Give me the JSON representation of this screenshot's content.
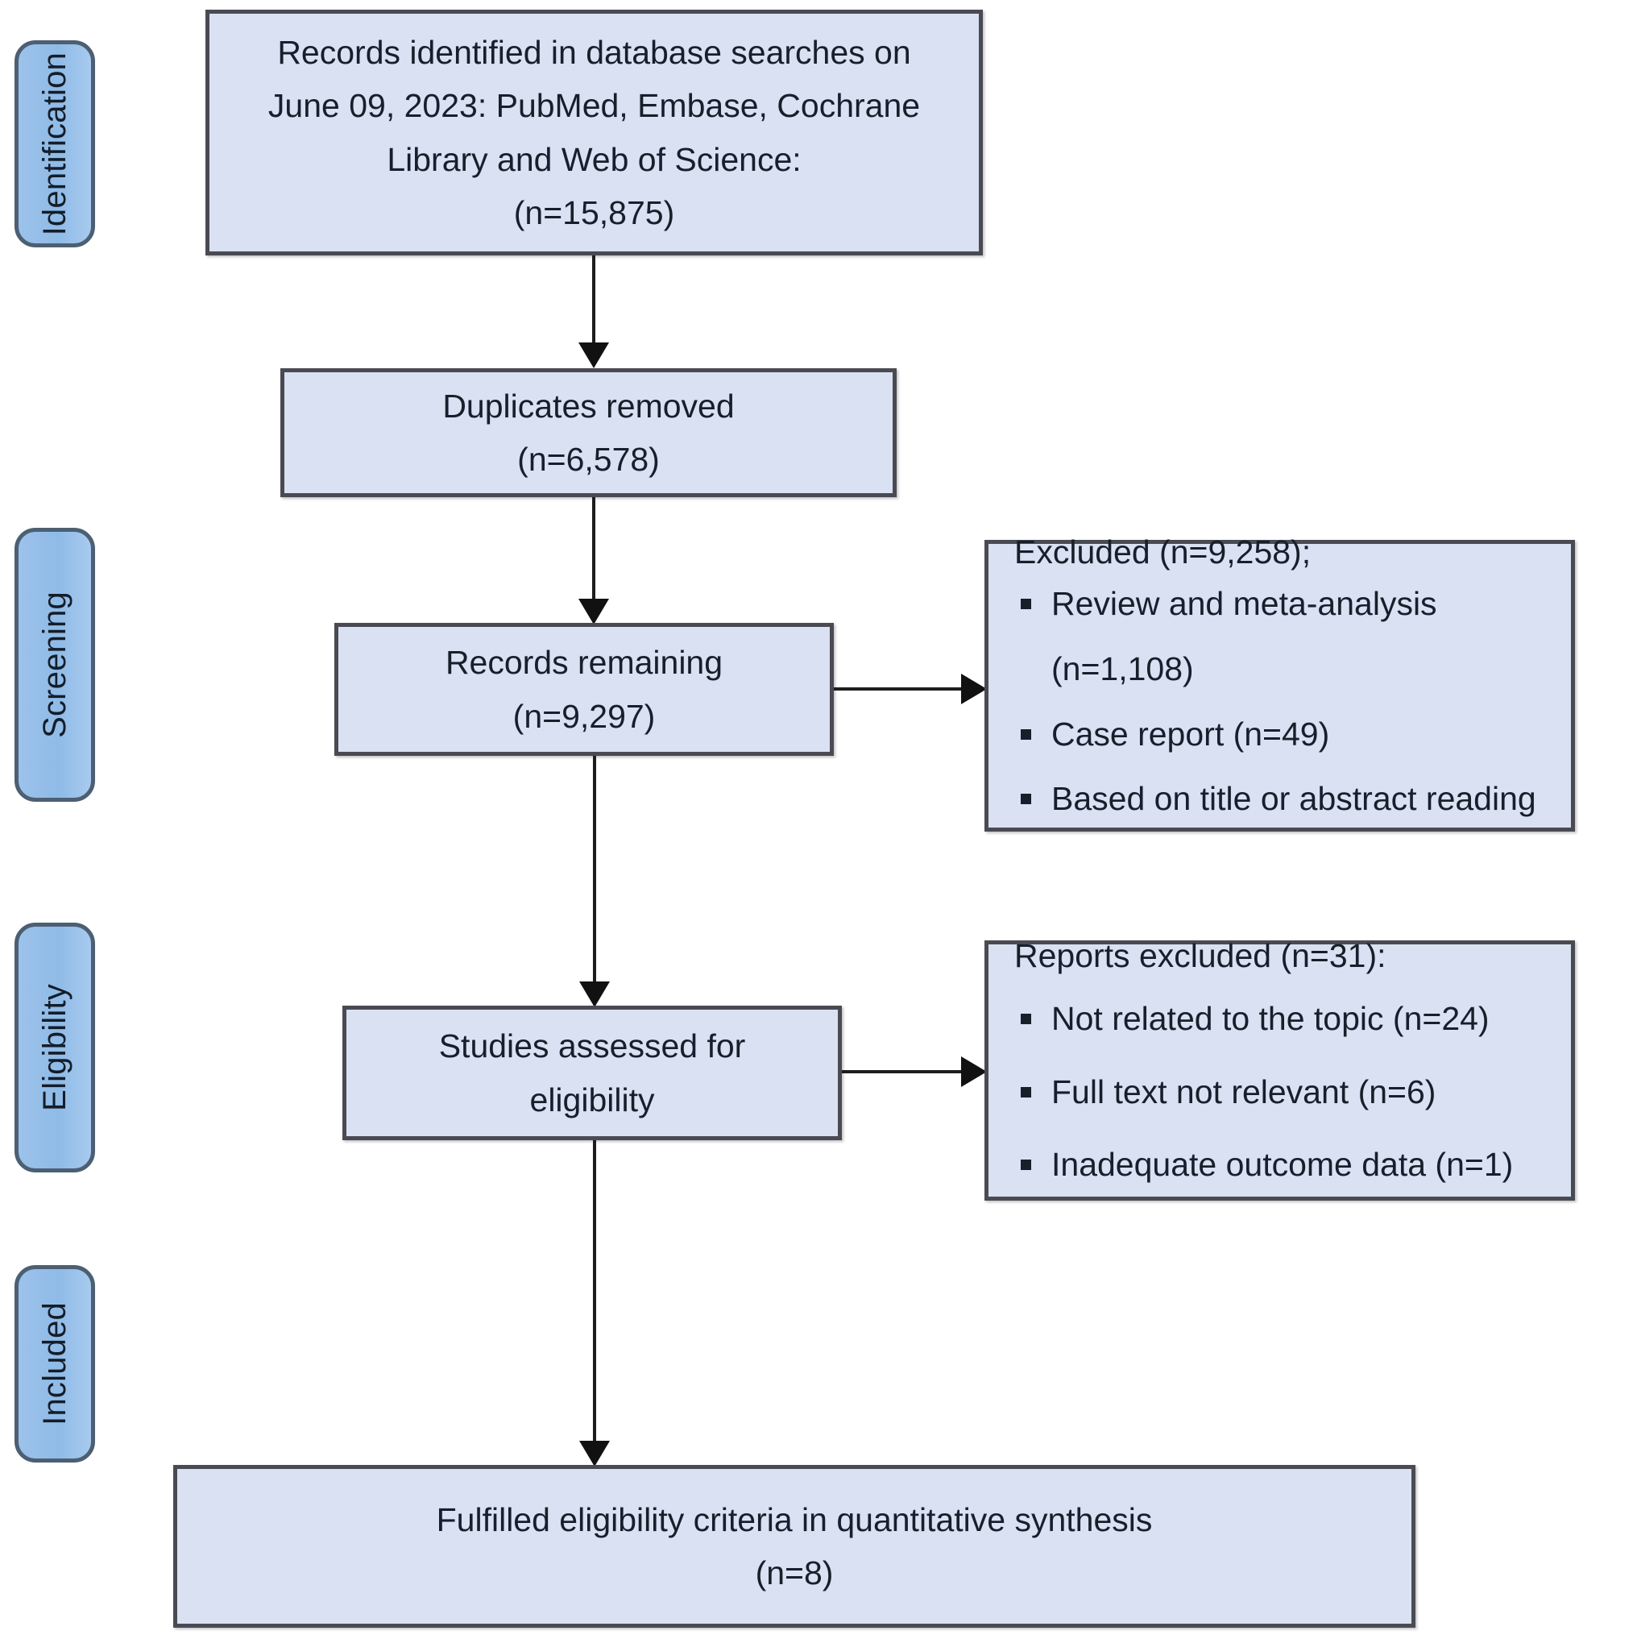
{
  "diagram": {
    "type": "PRISMA flow diagram",
    "accent_stage_fill": "#92bce8",
    "accent_box_fill": "#d9e1f2",
    "border_color": "#4a4a52",
    "text_color": "#16202b"
  },
  "stages": [
    {
      "label": "Identification"
    },
    {
      "label": "Screening"
    },
    {
      "label": "Eligibility"
    },
    {
      "label": "Included"
    }
  ],
  "boxes": {
    "identified": {
      "line1": "Records identified in database searches on",
      "line2": "June 09, 2023: PubMed, Embase, Cochrane",
      "line3": "Library and Web of Science:",
      "count": "(n=15,875)"
    },
    "duplicates": {
      "line1": "Duplicates removed",
      "count": "(n=6,578)"
    },
    "records_remaining": {
      "line1": "Records remaining",
      "count": "(n=9,297)"
    },
    "excluded_screening": {
      "header": "Excluded (n=9,258);",
      "items": [
        "Review and meta-analysis",
        "(n=1,108)",
        "Case report (n=49)",
        "Based on title or abstract reading"
      ]
    },
    "studies_assessed": {
      "line1": "Studies assessed for",
      "line2": "eligibility"
    },
    "reports_excluded": {
      "header": "Reports excluded (n=31):",
      "items": [
        "Not related to the topic (n=24)",
        "Full text not relevant (n=6)",
        "Inadequate outcome data (n=1)"
      ]
    },
    "included_final": {
      "line1": "Fulfilled eligibility criteria in quantitative synthesis",
      "count": "(n=8)"
    }
  }
}
